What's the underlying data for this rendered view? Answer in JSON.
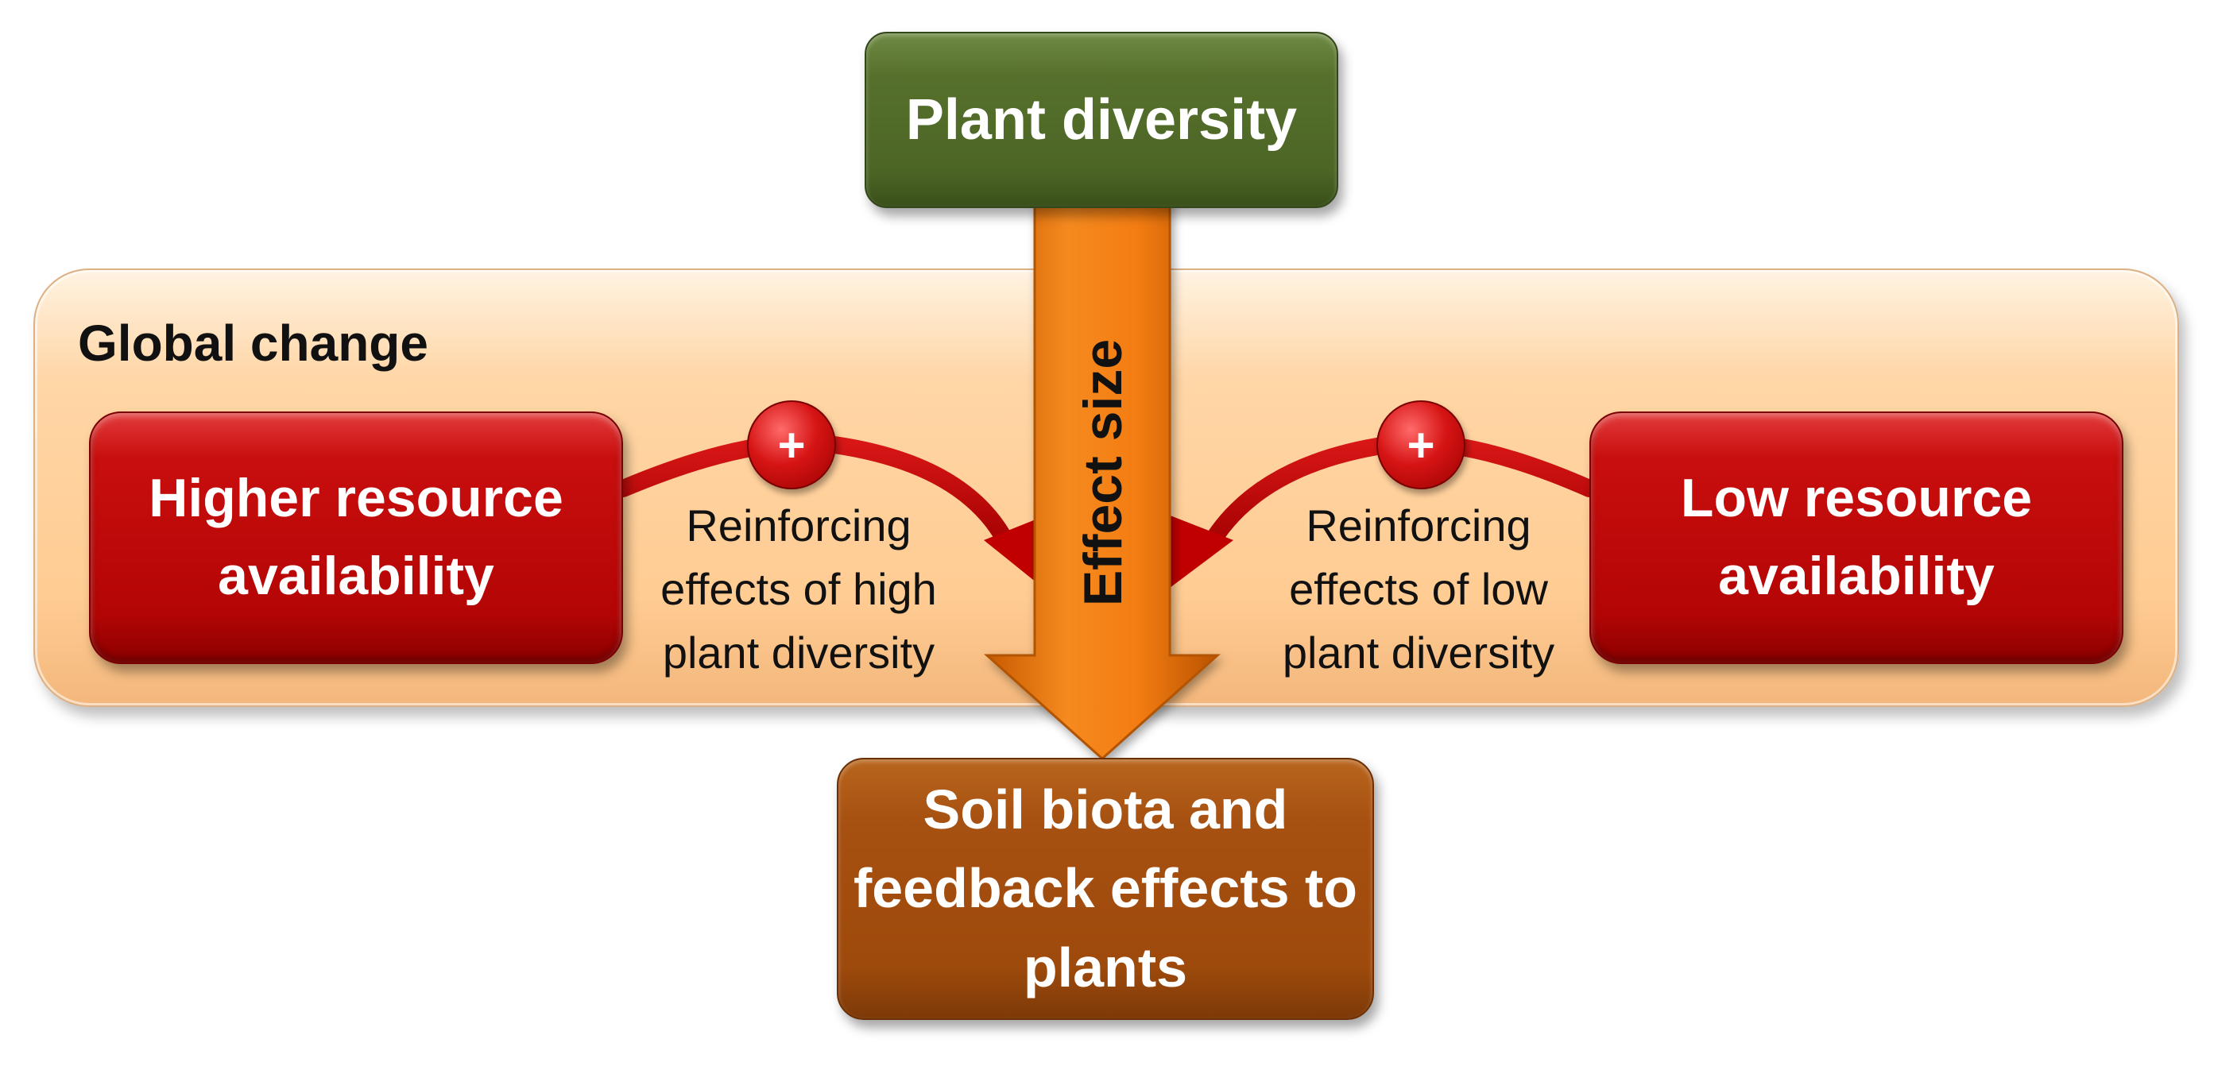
{
  "global_change": {
    "title": "Global change"
  },
  "plant_diversity": {
    "label": "Plant diversity"
  },
  "effect_size": {
    "label": "Effect size"
  },
  "left_box": {
    "label": "Higher resource availability"
  },
  "right_box": {
    "label": "Low resource availability"
  },
  "left_note": {
    "text": "Reinforcing effects of high plant diversity"
  },
  "right_note": {
    "text": "Reinforcing effects of low plant diversity"
  },
  "soil_box": {
    "label": "Soil biota and feedback effects to plants"
  },
  "plus_sign": "+",
  "colors": {
    "panel": "#ffcc93",
    "red_box": "#c00000",
    "plant_box": "#4f6228",
    "soil_box": "#a04d0b",
    "arrow_orange": "#f07a10",
    "curve_red": "#c00000"
  }
}
